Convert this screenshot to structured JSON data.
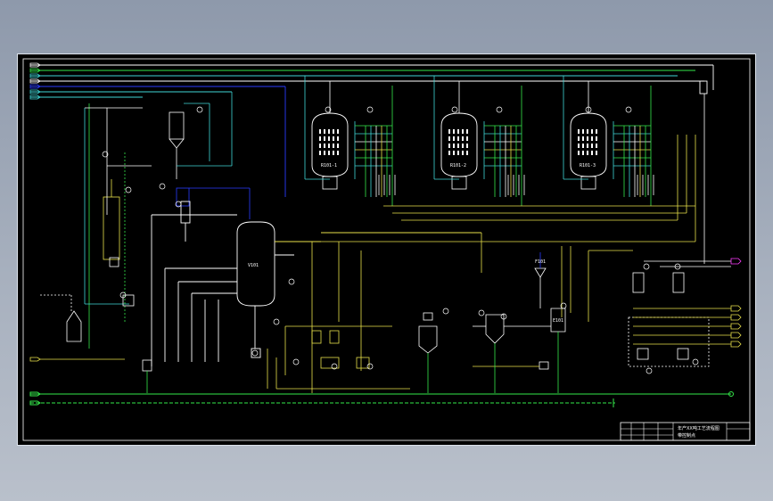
{
  "colors": {
    "background": "#000000",
    "frame": "#ffffff",
    "green": "#35e84a",
    "cyan": "#3fd6d6",
    "yellow": "#e8e04a",
    "blue": "#2a3cff",
    "white": "#ffffff",
    "magenta": "#ff3cff",
    "red": "#ff3030"
  },
  "reactors": [
    {
      "tag": "R101-1"
    },
    {
      "tag": "R101-2"
    },
    {
      "tag": "R101-3"
    }
  ],
  "equipment": {
    "storage_tank": "V101",
    "filter": "F101",
    "condenser": "E101"
  },
  "title_block": {
    "line1": "年产XX吨工艺流程图",
    "line2": "带控制点"
  }
}
